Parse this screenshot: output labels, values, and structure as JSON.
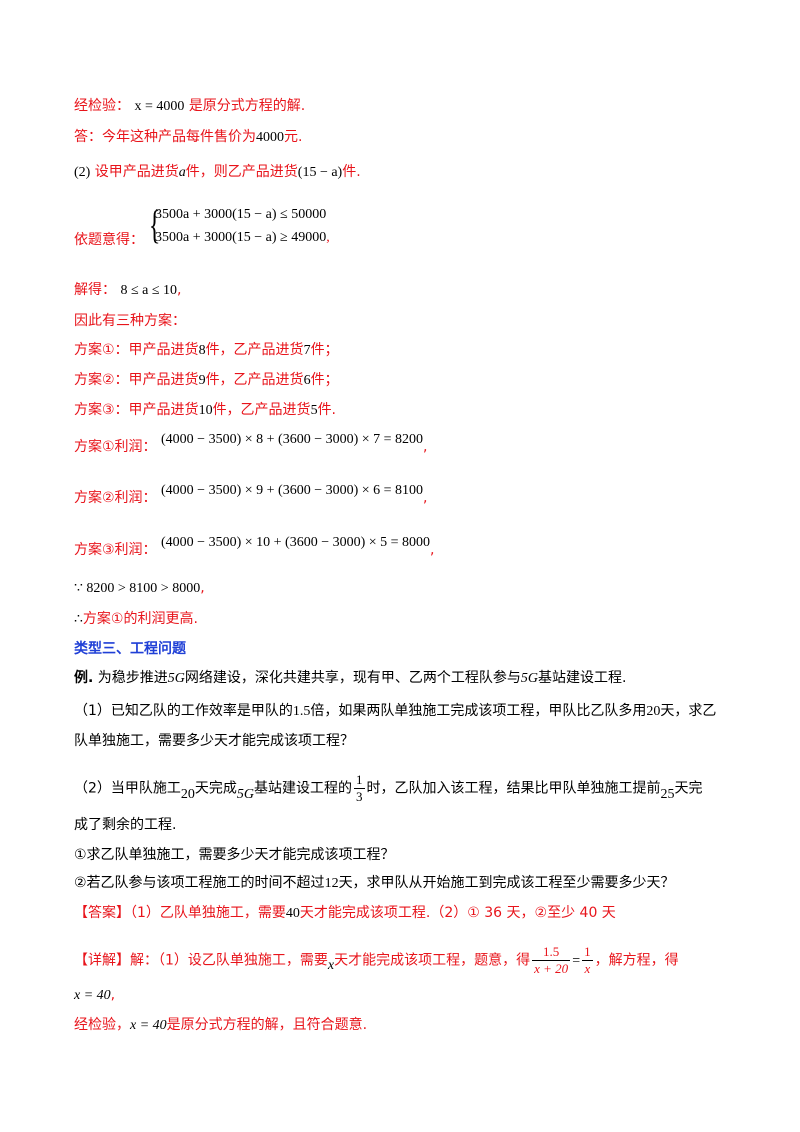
{
  "lines": {
    "l1_text": "经检验：",
    "l1_math": "x = 4000",
    "l1_tail": "是原分式方程的解.",
    "l2_text": "答：今年这种产品每件售价为",
    "l2_math": "4000",
    "l2_tail": "元.",
    "l3_num": "(2)",
    "l3_a": "设甲产品进货",
    "l3_var": "a",
    "l3_b": "件，则乙产品进货",
    "l3_math": "(15 − a)",
    "l3_c": "件.",
    "sys_label": "依题意得：",
    "sys_row1": "3500a + 3000(15 − a) ≤ 50000",
    "sys_row2": "3500a + 3000(15 − a) ≥ 49000",
    "sys_tail": ",",
    "sol_label": "解得：",
    "sol_math": "8 ≤ a ≤ 10",
    "sol_tail": ",",
    "plans_intro": "因此有三种方案：",
    "plan1_a": "方案①：甲产品进货",
    "plan1_n1": "8",
    "plan1_b": "件，乙产品进货",
    "plan1_n2": "7",
    "plan1_c": "件；",
    "plan2_a": "方案②：甲产品进货",
    "plan2_n1": "9",
    "plan2_b": "件，乙产品进货",
    "plan2_n2": "6",
    "plan2_c": "件；",
    "plan3_a": "方案③：甲产品进货",
    "plan3_n1": "10",
    "plan3_b": "件，乙产品进货",
    "plan3_n2": "5",
    "plan3_c": "件.",
    "profit1_label": "方案①利润：",
    "profit1_math": "(4000 − 3500) × 8 + (3600 − 3000) × 7 = 8200",
    "profit2_label": "方案②利润：",
    "profit2_math": "(4000 − 3500) × 9 + (3600 − 3000) × 6 = 8100",
    "profit3_label": "方案③利润：",
    "profit3_math": "(4000 − 3500) × 10 + (3600 − 3000) × 5 = 8000",
    "comma": ",",
    "because_math": "∵ 8200 > 8100 > 8000",
    "therefore_sym": "∴",
    "therefore_text": "方案①的利润更高.",
    "section_title": "类型三、工程问题",
    "ex_label": "例.",
    "ex_a": "为稳步推进",
    "ex_5g": "5G",
    "ex_b": "网络建设，深化共建共享，现有甲、乙两个工程队参与",
    "ex_c": "基站建设工程.",
    "q1_a": "（1）已知乙队的工作效率是甲队的",
    "q1_n1": "1.5",
    "q1_b": "倍，如果两队单独施工完成该项工程，甲队比乙队多用",
    "q1_n2": "20",
    "q1_c": "天，求乙",
    "q1_d": "队单独施工，需要多少天才能完成该项工程？",
    "q2_a": "（2）当甲队施工",
    "q2_n1": "20",
    "q2_b": "天完成",
    "q2_c": "基站建设工程的",
    "q2_frac_num": "1",
    "q2_frac_den": "3",
    "q2_d": "时，乙队加入该工程，结果比甲队单独施工提前",
    "q2_n2": "25",
    "q2_e": "天完",
    "q2_f": "成了剩余的工程.",
    "q2_1": "①求乙队单独施工，需要多少天才能完成该项工程？",
    "q2_2a": "②若乙队参与该项工程施工的时间不超过",
    "q2_2n": "12",
    "q2_2b": "天，求甲队从开始施工到完成该工程至少需要多少天？",
    "ans_tag": "【答案】",
    "ans_a": "（1）乙队单独施工，需要",
    "ans_n": "40",
    "ans_b": "天才能完成该项工程.（2）① 36 天，②至少 40 天",
    "det_tag": "【详解】",
    "det_a": "解：（1）设乙队单独施工，需要",
    "det_var": "x",
    "det_b": "天才能完成该项工程，题意，得",
    "det_frac1_num": "1.5",
    "det_frac1_den": "x + 20",
    "det_eq": "=",
    "det_frac2_num": "1",
    "det_frac2_den": "x",
    "det_c": "，解方程，得",
    "det_x": "x = 40",
    "det_x_tail": ",",
    "check_a": "经检验，",
    "check_math": "x = 40",
    "check_b": "是原分式方程的解，且符合题意."
  }
}
